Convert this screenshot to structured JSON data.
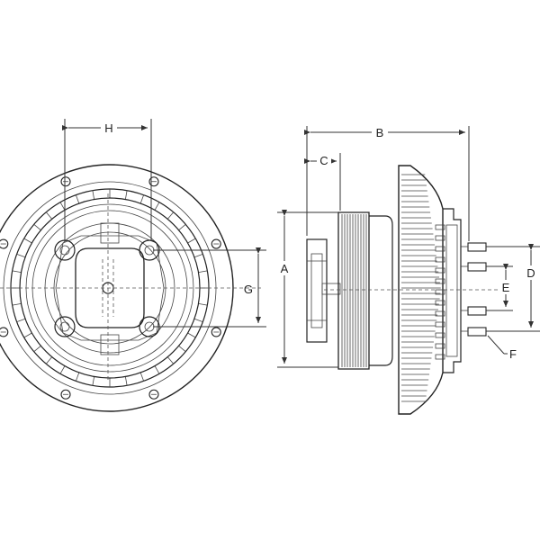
{
  "labels": {
    "A": "A",
    "B": "B",
    "C": "C",
    "D": "D",
    "E": "E",
    "F": "F",
    "G": "G",
    "H": "H"
  },
  "colors": {
    "line": "#222222",
    "background": "#ffffff"
  }
}
